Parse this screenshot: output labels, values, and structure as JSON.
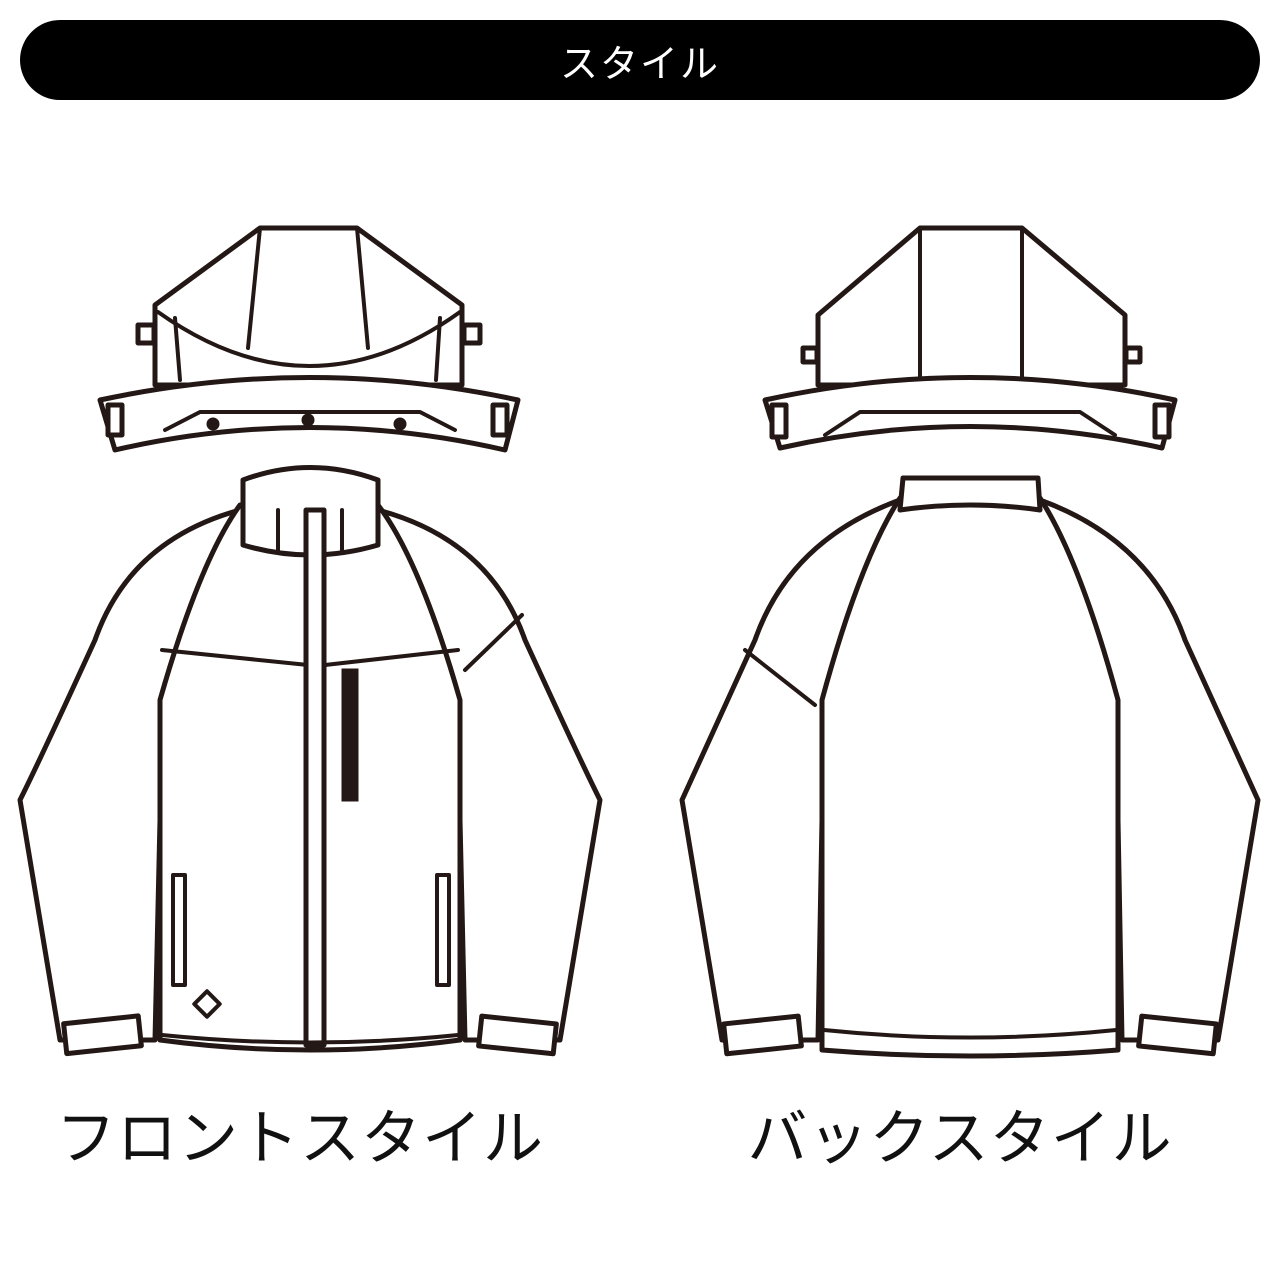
{
  "header": {
    "title": "スタイル"
  },
  "front": {
    "caption": "フロントスタイル"
  },
  "back": {
    "caption": "バックスタイル"
  }
}
